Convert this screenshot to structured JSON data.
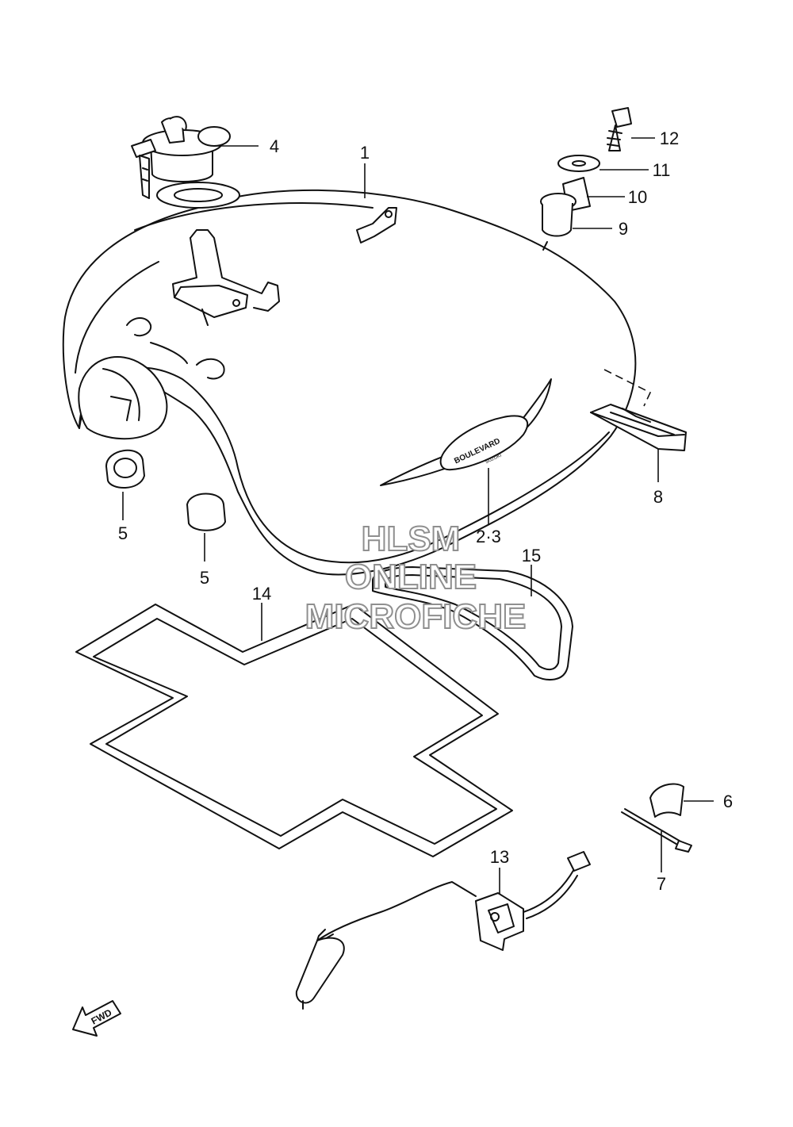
{
  "callouts": {
    "c1": "1",
    "c23": "2·3",
    "c4": "4",
    "c5a": "5",
    "c5b": "5",
    "c6": "6",
    "c7": "7",
    "c8": "8",
    "c9": "9",
    "c10": "10",
    "c11": "11",
    "c12": "12",
    "c13": "13",
    "c14": "14",
    "c15": "15"
  },
  "watermark": {
    "line1": "HLSM",
    "line2": "ONLINE",
    "line3": "MICROFICHE"
  },
  "emblem_text": "BOULEVARD",
  "emblem_subtext": "SUZUKI",
  "fwd_label": "FWD"
}
